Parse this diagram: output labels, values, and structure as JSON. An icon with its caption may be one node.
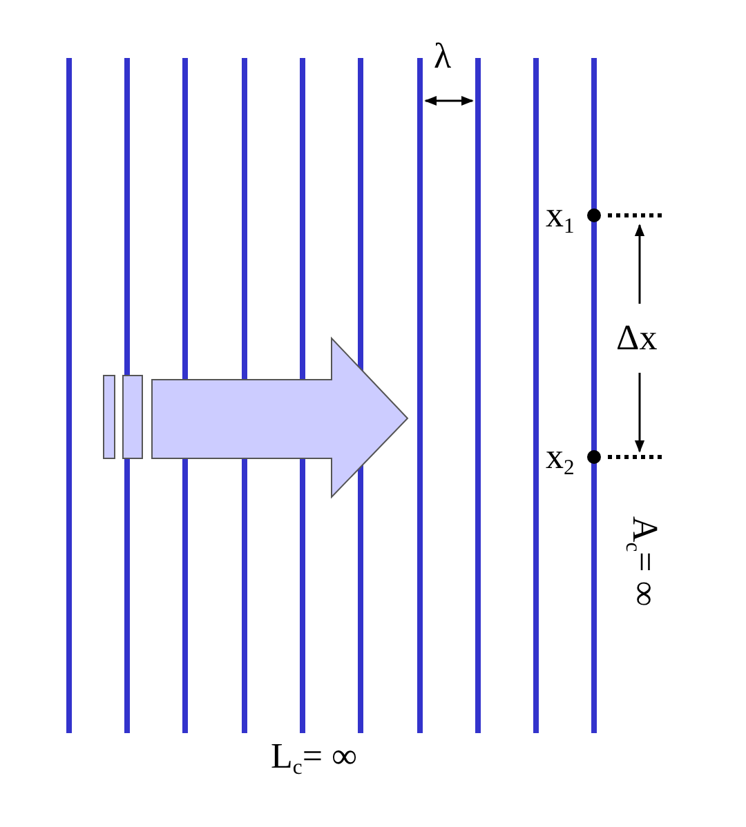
{
  "diagram": {
    "labels": [
      "λ",
      "x$_{1}$",
      "Δx",
      "x$_{2}$",
      "A$_{c}$= ∞",
      "L$_{c}$= ∞"
    ]
  }
}
